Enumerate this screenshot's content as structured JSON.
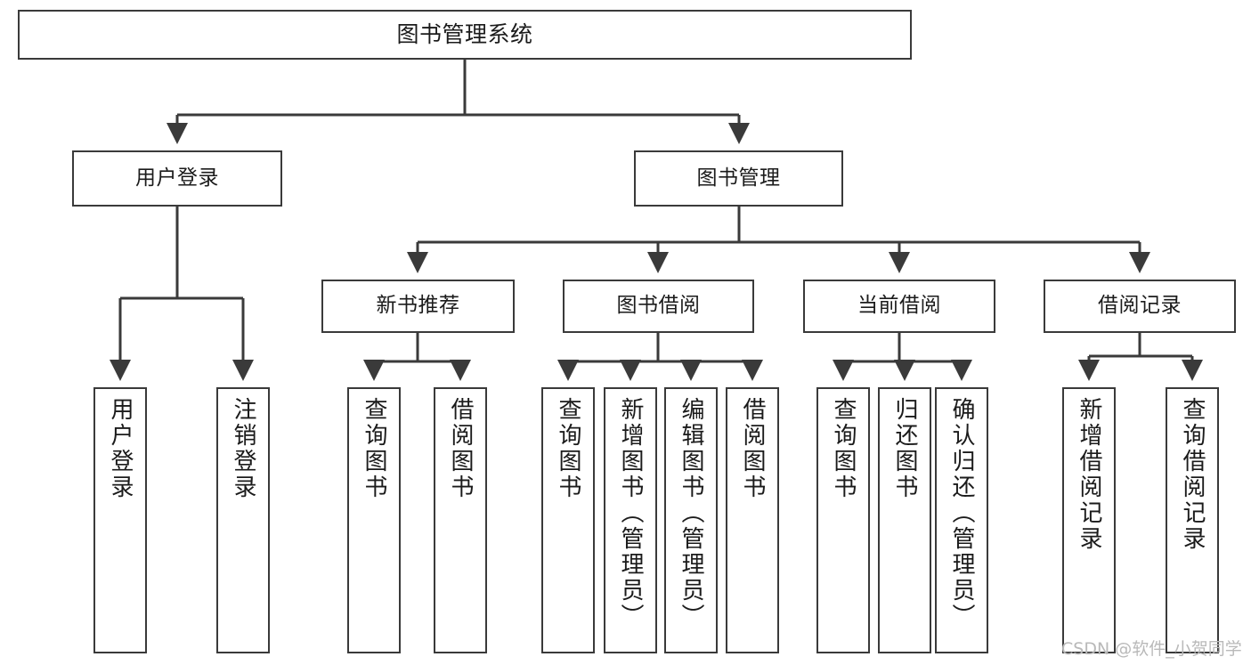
{
  "diagram": {
    "type": "tree-hierarchy",
    "title": "图书管理系统",
    "orientation": "top-down",
    "colors": {
      "box_border": "#3a3a3a",
      "box_fill": "#ffffff",
      "connector": "#3a3a3a",
      "text": "#1b1b1b",
      "watermark": "#b9b9b9",
      "background": "#ffffff"
    },
    "nodes": {
      "root": {
        "label": "图书管理系统",
        "level": 1
      },
      "level2": [
        {
          "id": "user-login",
          "label": "用户登录"
        },
        {
          "id": "book-management",
          "label": "图书管理"
        }
      ],
      "level3": [
        {
          "id": "new-book-recommend",
          "label": "新书推荐",
          "parent": "book-management"
        },
        {
          "id": "book-borrow",
          "label": "图书借阅",
          "parent": "book-management"
        },
        {
          "id": "current-borrow",
          "label": "当前借阅",
          "parent": "book-management"
        },
        {
          "id": "borrow-record",
          "label": "借阅记录",
          "parent": "book-management"
        }
      ],
      "leaves": {
        "user-login": [
          {
            "id": "leaf-user-login",
            "label": "用户登录"
          },
          {
            "id": "leaf-logout-login",
            "label": "注销登录"
          }
        ],
        "new-book-recommend": [
          {
            "id": "leaf-query-book-1",
            "label": "查询图书"
          },
          {
            "id": "leaf-borrow-book-1",
            "label": "借阅图书"
          }
        ],
        "book-borrow": [
          {
            "id": "leaf-query-book-2",
            "label": "查询图书"
          },
          {
            "id": "leaf-add-book",
            "label": "新增图书（管理员）"
          },
          {
            "id": "leaf-edit-book",
            "label": "编辑图书（管理员）"
          },
          {
            "id": "leaf-borrow-book-2",
            "label": "借阅图书"
          }
        ],
        "current-borrow": [
          {
            "id": "leaf-query-book-3",
            "label": "查询图书"
          },
          {
            "id": "leaf-return-book",
            "label": "归还图书"
          },
          {
            "id": "leaf-confirm-return",
            "label": "确认归还（管理员）"
          }
        ],
        "borrow-record": [
          {
            "id": "leaf-add-record",
            "label": "新增借阅记录"
          },
          {
            "id": "leaf-query-record",
            "label": "查询借阅记录"
          }
        ]
      }
    },
    "watermark": "CSDN @软件_小贺同学"
  }
}
